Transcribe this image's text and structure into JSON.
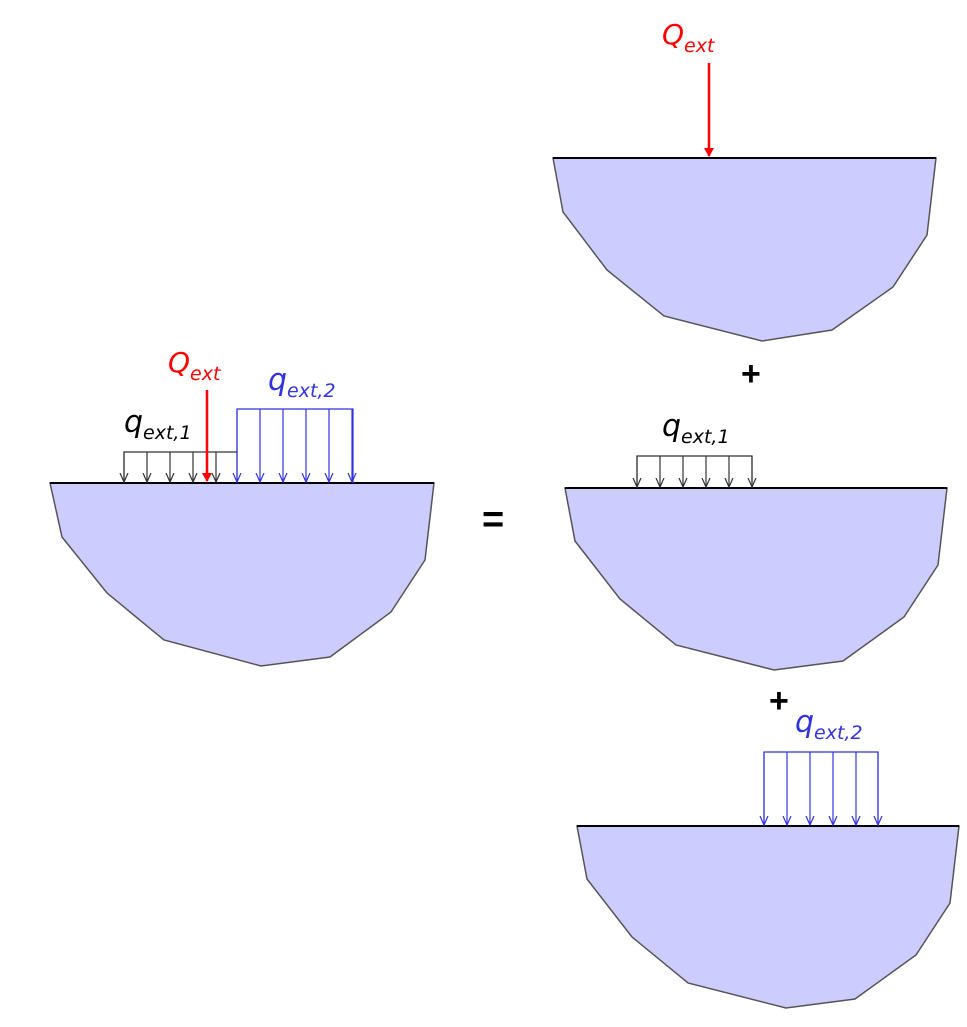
{
  "colors": {
    "body_fill": "#ccccff",
    "body_stroke": "#555555",
    "surface": "#000000",
    "point_load": "#ff0000",
    "load_1": "#333333",
    "load_2": "#3333dd",
    "text": "#000000"
  },
  "labels": {
    "point_load": {
      "main": "Q",
      "sub": "ext"
    },
    "load_1": {
      "main": "q",
      "sub": "ext,1"
    },
    "load_2": {
      "main": "q",
      "sub": "ext,2"
    }
  },
  "operators": {
    "equals": "=",
    "plus": "+"
  },
  "panels": {
    "combined": {
      "loads": [
        "point_load",
        "load_1",
        "load_2"
      ]
    },
    "right_top": {
      "loads": [
        "point_load"
      ]
    },
    "right_middle": {
      "loads": [
        "load_1"
      ]
    },
    "right_bottom": {
      "loads": [
        "load_2"
      ]
    }
  }
}
